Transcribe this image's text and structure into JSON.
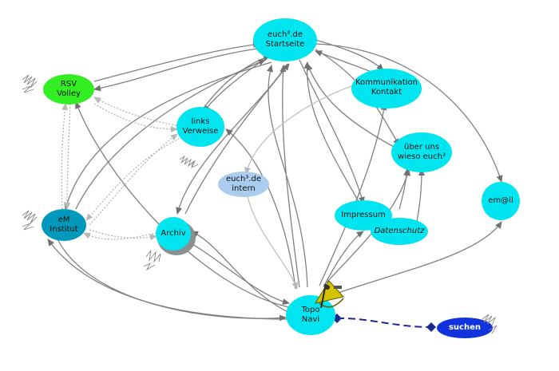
{
  "nodes": {
    "startseite": {
      "line1": "euch³.de",
      "line2": "Startseite",
      "color": "#00e5f0"
    },
    "kommunikation": {
      "line1": "Kommunikation",
      "line2": "Kontakt",
      "color": "#00e5f0"
    },
    "rsv": {
      "line1": "RSV",
      "line2": "Volley",
      "color": "#33ee22"
    },
    "links": {
      "line1": "links",
      "line2": "Verweise",
      "color": "#00e5f0"
    },
    "ueberuns": {
      "line1": "über uns",
      "line2": "wieso euch³",
      "color": "#00e5f0"
    },
    "intern": {
      "line1": "euch³.de",
      "line2": "intern",
      "color": "#aaccee"
    },
    "em": {
      "line1": "em@il",
      "line2": "",
      "color": "#00e5f0"
    },
    "eminstitut": {
      "line1": "eM",
      "line2": "Institut",
      "color": "#0099bb"
    },
    "impressum": {
      "line1": "Impressum",
      "line2": "",
      "color": "#00e5f0"
    },
    "datenschutz": {
      "line1": "Datenschutz",
      "line2": "",
      "color": "#00e5f0"
    },
    "archiv": {
      "line1": "Archiv",
      "line2": "",
      "color": "#00e5f0"
    },
    "topo": {
      "line1": "Topo",
      "line2": "Navi",
      "color": "#00e5f0"
    },
    "suchen": {
      "line1": "suchen",
      "line2": "",
      "color": "#1133dd"
    }
  },
  "colors": {
    "edge": "#808080",
    "edge_light": "#c0c0c0",
    "dotted": "#b0b0b0",
    "search_link": "#1a2a8a"
  },
  "icons": [
    "sextant-icon",
    "spring-scribble-icon"
  ]
}
